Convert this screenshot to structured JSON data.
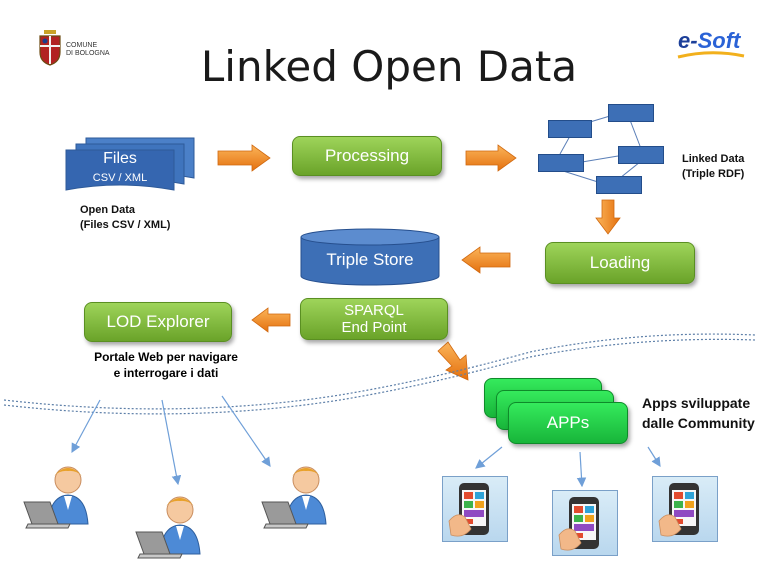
{
  "logo": {
    "line1": "COMUNE",
    "line2": "DI BOLOGNA"
  },
  "brand": {
    "e": "e",
    "dash": "-",
    "name": "Soft"
  },
  "title": "Linked Open Data",
  "files": {
    "label": "Files",
    "sub": "CSV / XML"
  },
  "open_data": {
    "line1": "Open Data",
    "line2": "(Files CSV / XML)"
  },
  "processing": "Processing",
  "linked_data": {
    "line1": "Linked Data",
    "line2": "(Triple RDF)"
  },
  "loading": "Loading",
  "triple_store": "Triple Store",
  "sparql": {
    "line1": "SPARQL",
    "line2": "End Point"
  },
  "lod_explorer": "LOD Explorer",
  "portal": {
    "line1": "Portale Web per navigare",
    "line2": "e  interrogare i dati"
  },
  "apps": "APPs",
  "apps_note": {
    "line1": "Apps sviluppate",
    "line2": "dalle Community"
  },
  "colors": {
    "green": "#7cb83a",
    "blue": "#3d6fb6",
    "orange": "#f08a1c",
    "apps_green": "#22cc44"
  }
}
